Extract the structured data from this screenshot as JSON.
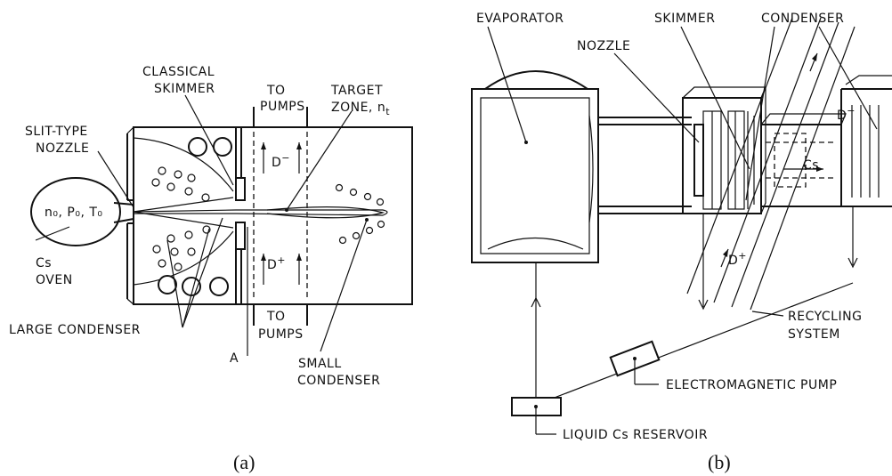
{
  "panel_a": {
    "label_slit_nozzle": [
      "SLIT-TYPE",
      "NOZZLE"
    ],
    "label_classical_skimmer": [
      "CLASSICAL",
      "SKIMMER"
    ],
    "label_to_pumps_top": [
      "TO",
      "PUMPS"
    ],
    "label_target_zone": [
      "TARGET",
      "ZONE, n",
      "t"
    ],
    "label_oven_params": "n₀, P₀, T₀",
    "label_cs_oven": [
      "Cs",
      "OVEN"
    ],
    "label_d_minus": "D",
    "label_d_plus": "D",
    "label_large_condenser": "LARGE CONDENSER",
    "label_to_pumps_bottom": [
      "TO",
      "PUMPS"
    ],
    "label_a": "A",
    "label_small_condenser": [
      "SMALL",
      "CONDENSER"
    ],
    "caption": "(a)"
  },
  "panel_b": {
    "label_evaporator": "EVAPORATOR",
    "label_nozzle": "NOZZLE",
    "label_skimmer": "SKIMMER",
    "label_condenser": "CONDENSER",
    "label_d_minus": "D",
    "label_cs": "Cs",
    "label_d_plus": "D",
    "label_recycling": [
      "RECYCLING",
      "SYSTEM"
    ],
    "label_pump": "ELECTROMAGNETIC PUMP",
    "label_reservoir": "LIQUID Cs RESERVOIR",
    "caption": "(b)"
  }
}
